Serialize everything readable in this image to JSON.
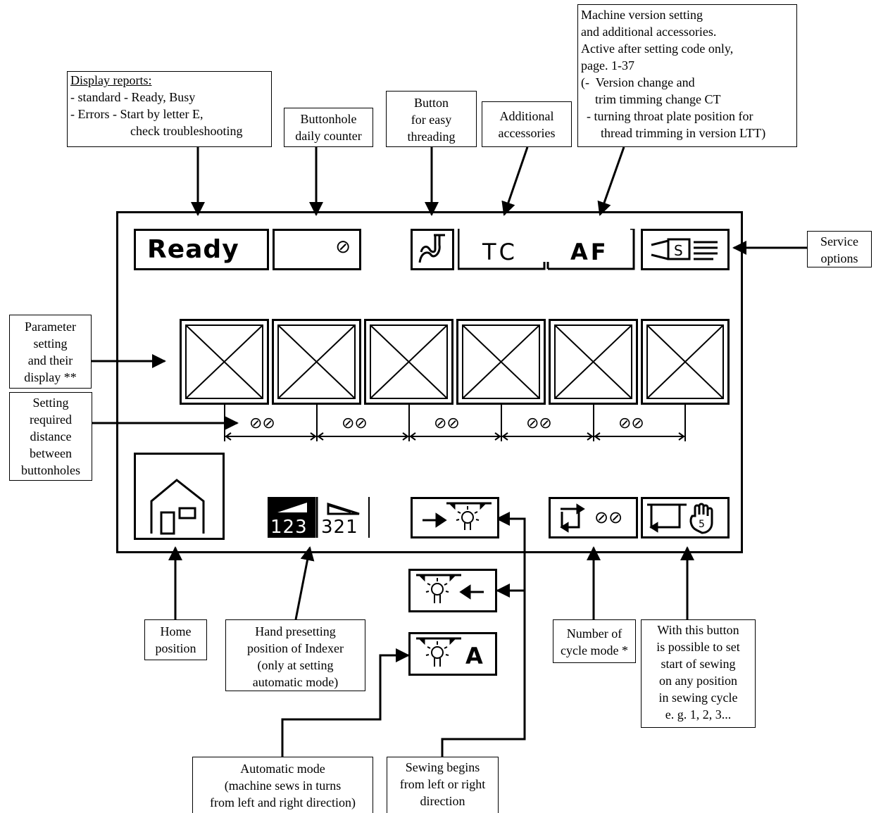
{
  "callouts": {
    "display_reports": {
      "title": "Display reports:",
      "line1": "- standard - Ready, Busy",
      "line2": "- Errors - Start by letter E,",
      "line3": "check troubleshooting"
    },
    "counter": {
      "line1": "Buttonhole",
      "line2": "daily counter"
    },
    "threading": {
      "line1": "Button",
      "line2": "for easy",
      "line3": "threading"
    },
    "accessories": {
      "line1": "Additional",
      "line2": "accessories"
    },
    "version": {
      "line1": "Machine version setting",
      "line2": "and additional accessories.",
      "line3": "Active after setting code only,",
      "line4": "page. 1-37",
      "line5": "(-  Version change and",
      "line6": "trim timming change CT",
      "line7": "- turning throat plate position for",
      "line8": "thread trimming in version LTT)"
    },
    "service": {
      "line1": "Service",
      "line2": "options"
    },
    "parameter": {
      "line1": "Parameter",
      "line2": "setting",
      "line3": "and their",
      "line4": "display **"
    },
    "distance": {
      "line1": "Setting",
      "line2": "required",
      "line3": "distance",
      "line4": "between",
      "line5": "buttonholes"
    },
    "home": {
      "line1": "Home",
      "line2": "position"
    },
    "hand_preset": {
      "line1": "Hand presetting",
      "line2": "position of Indexer",
      "line3": "(only at setting",
      "line4": "automatic mode)"
    },
    "cycle_mode": {
      "line1": "Number of",
      "line2": "cycle mode *"
    },
    "start_any": {
      "line1": "With this button",
      "line2": "is possible to set",
      "line3": "start of sewing",
      "line4": "on any position",
      "line5": "in sewing cycle",
      "line6": "e. g. 1, 2, 3..."
    },
    "automatic": {
      "line1": "Automatic mode",
      "line2": "(machine sews in turns",
      "line3": "from left and right direction)"
    },
    "sewing_begins": {
      "line1": "Sewing begins",
      "line2": "from left or right",
      "line3": "direction"
    }
  },
  "screen": {
    "status": "Ready",
    "counter_value": "⊘",
    "tc_label": "TC",
    "af_label": "AF",
    "service_label": "S",
    "distances": [
      "⊘⊘",
      "⊘⊘",
      "⊘⊘",
      "⊘⊘",
      "⊘⊘"
    ],
    "order_up": "123",
    "order_down": "321",
    "cycle_value": "⊘⊘",
    "auto_label": "A"
  },
  "icons": [
    "threading-icon",
    "service-icon",
    "home-icon",
    "indexer-order-icon",
    "sew-left-icon",
    "sew-right-icon",
    "automatic-icon",
    "cycle-icon",
    "start-position-icon"
  ]
}
